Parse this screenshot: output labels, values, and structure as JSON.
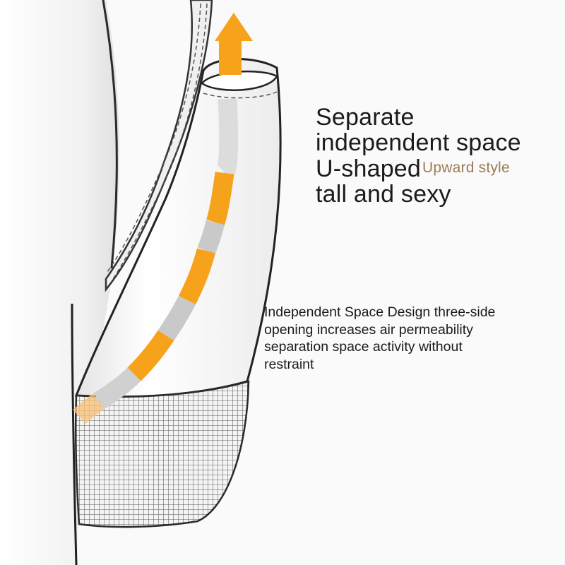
{
  "headline": {
    "line1": "Separate",
    "line2": "independent space",
    "line3_main": "U-shaped",
    "line3_accent": "Upward style",
    "line4": "tall and sexy"
  },
  "description": {
    "lines": [
      "Independent Space Design three-side",
      "opening increases air permeability",
      "separation space activity without",
      "restraint"
    ]
  },
  "colors": {
    "accent_orange": "#f7a21b",
    "accent_tan": "#9c7b55",
    "text": "#1b1b1b",
    "band_gray": "#c9c9c9"
  },
  "icons": {
    "arrow": "upward-arrow-icon"
  }
}
